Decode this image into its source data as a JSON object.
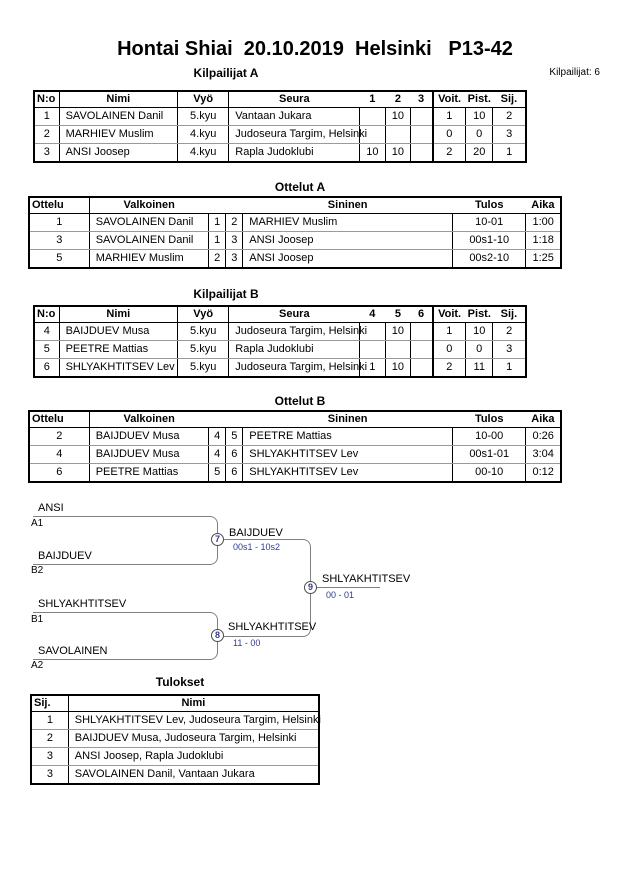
{
  "page": {
    "title": "Hontai Shiai  20.10.2019  Helsinki   P13-42",
    "competitors_count": "Kilpailijat: 6"
  },
  "kilpailijat_a": {
    "title": "Kilpailijat A",
    "headers": [
      "N:o",
      "Nimi",
      "Vyö",
      "Seura",
      "1",
      "2",
      "3",
      "Voit.",
      "Pist.",
      "Sij."
    ],
    "rows": [
      {
        "no": "1",
        "nimi": "SAVOLAINEN Danil",
        "vyo": "5.kyu",
        "seura": "Vantaan Jukara",
        "m1": "",
        "m2": "10",
        "m3": "",
        "voit": "1",
        "pist": "10",
        "sij": "2"
      },
      {
        "no": "2",
        "nimi": "MARHIEV Muslim",
        "vyo": "4.kyu",
        "seura": "Judoseura Targim, Helsinki",
        "m1": "",
        "m2": "",
        "m3": "",
        "voit": "0",
        "pist": "0",
        "sij": "3"
      },
      {
        "no": "3",
        "nimi": "ANSI Joosep",
        "vyo": "4.kyu",
        "seura": "Rapla Judoklubi",
        "m1": "10",
        "m2": "10",
        "m3": "",
        "voit": "2",
        "pist": "20",
        "sij": "1"
      }
    ]
  },
  "ottelut_a": {
    "title": "Ottelut A",
    "headers": [
      "Ottelu",
      "Valkoinen",
      "",
      "",
      "Sininen",
      "Tulos",
      "Aika"
    ],
    "rows": [
      {
        "ottelu": "1",
        "valkoinen": "SAVOLAINEN Danil",
        "vno": "1",
        "sno": "2",
        "sininen": "MARHIEV Muslim",
        "tulos": "10-01",
        "aika": "1:00"
      },
      {
        "ottelu": "3",
        "valkoinen": "SAVOLAINEN Danil",
        "vno": "1",
        "sno": "3",
        "sininen": "ANSI Joosep",
        "tulos": "00s1-10",
        "aika": "1:18"
      },
      {
        "ottelu": "5",
        "valkoinen": "MARHIEV Muslim",
        "vno": "2",
        "sno": "3",
        "sininen": "ANSI Joosep",
        "tulos": "00s2-10",
        "aika": "1:25"
      }
    ]
  },
  "kilpailijat_b": {
    "title": "Kilpailijat B",
    "headers": [
      "N:o",
      "Nimi",
      "Vyö",
      "Seura",
      "4",
      "5",
      "6",
      "Voit.",
      "Pist.",
      "Sij."
    ],
    "rows": [
      {
        "no": "4",
        "nimi": "BAIJDUEV Musa",
        "vyo": "5.kyu",
        "seura": "Judoseura Targim, Helsinki",
        "m1": "",
        "m2": "10",
        "m3": "",
        "voit": "1",
        "pist": "10",
        "sij": "2"
      },
      {
        "no": "5",
        "nimi": "PEETRE Mattias",
        "vyo": "5.kyu",
        "seura": "Rapla Judoklubi",
        "m1": "",
        "m2": "",
        "m3": "",
        "voit": "0",
        "pist": "0",
        "sij": "3"
      },
      {
        "no": "6",
        "nimi": "SHLYAKHTITSEV Lev",
        "vyo": "5.kyu",
        "seura": "Judoseura Targim, Helsinki",
        "m1": "1",
        "m2": "10",
        "m3": "",
        "voit": "2",
        "pist": "11",
        "sij": "1"
      }
    ]
  },
  "ottelut_b": {
    "title": "Ottelut B",
    "headers": [
      "Ottelu",
      "Valkoinen",
      "",
      "",
      "Sininen",
      "Tulos",
      "Aika"
    ],
    "rows": [
      {
        "ottelu": "2",
        "valkoinen": "BAIJDUEV Musa",
        "vno": "4",
        "sno": "5",
        "sininen": "PEETRE Mattias",
        "tulos": "10-00",
        "aika": "0:26"
      },
      {
        "ottelu": "4",
        "valkoinen": "BAIJDUEV Musa",
        "vno": "4",
        "sno": "6",
        "sininen": "SHLYAKHTITSEV Lev",
        "tulos": "00s1-01",
        "aika": "3:04"
      },
      {
        "ottelu": "6",
        "valkoinen": "PEETRE Mattias",
        "vno": "5",
        "sno": "6",
        "sininen": "SHLYAKHTITSEV Lev",
        "tulos": "00-10",
        "aika": "0:12"
      }
    ]
  },
  "bracket": {
    "slot1": {
      "name": "ANSI",
      "seed": "A1"
    },
    "slot2": {
      "name": "BAIJDUEV",
      "seed": "B2"
    },
    "slot3": {
      "name": "SHLYAKHTITSEV",
      "seed": "B1"
    },
    "slot4": {
      "name": "SAVOLAINEN",
      "seed": "A2"
    },
    "match7": {
      "number": "7",
      "winner": "BAIJDUEV",
      "score": "00s1 - 10s2"
    },
    "match8": {
      "number": "8",
      "winner": "SHLYAKHTITSEV",
      "score": "11 - 00"
    },
    "match9": {
      "number": "9",
      "winner": "SHLYAKHTITSEV",
      "score": "00 - 01"
    }
  },
  "tulokset": {
    "title": "Tulokset",
    "headers": [
      "Sij.",
      "Nimi"
    ],
    "rows": [
      {
        "sij": "1",
        "nimi": "SHLYAKHTITSEV Lev, Judoseura Targim, Helsinki"
      },
      {
        "sij": "2",
        "nimi": "BAIJDUEV Musa, Judoseura Targim, Helsinki"
      },
      {
        "sij": "3",
        "nimi": "ANSI Joosep, Rapla Judoklubi"
      },
      {
        "sij": "3",
        "nimi": "SAVOLAINEN Danil, Vantaan Jukara"
      }
    ]
  },
  "colors": {
    "score_navy": "#333a8f",
    "line_gray": "#808080"
  }
}
